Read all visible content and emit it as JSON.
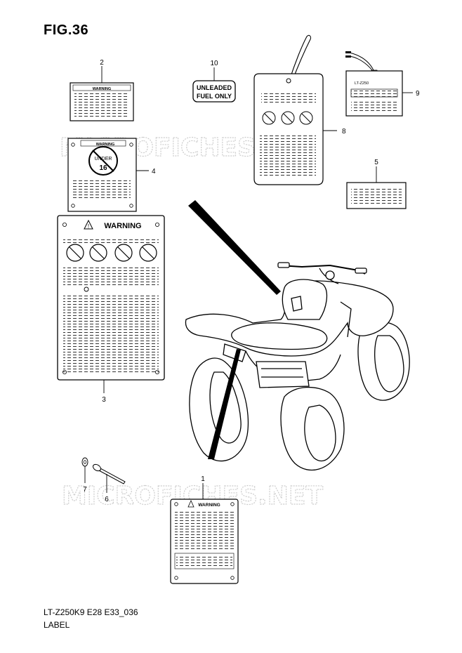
{
  "figure": {
    "title": "FIG.36"
  },
  "footer": {
    "model_code": "LT-Z250K9 E28 E33_036",
    "section": "LABEL"
  },
  "watermark": {
    "text": "MICROFICHES.NET"
  },
  "callouts": {
    "c1": "1",
    "c2": "2",
    "c3": "3",
    "c4": "4",
    "c5": "5",
    "c6": "6",
    "c7": "7",
    "c8": "8",
    "c9": "9",
    "c10": "10"
  },
  "label_text": {
    "warning": "WARNING",
    "fuel_line1": "UNLEADED",
    "fuel_line2": "FUEL ONLY",
    "under_age": "16",
    "under_text": "UNDER",
    "model_tag": "LT-Z250"
  }
}
